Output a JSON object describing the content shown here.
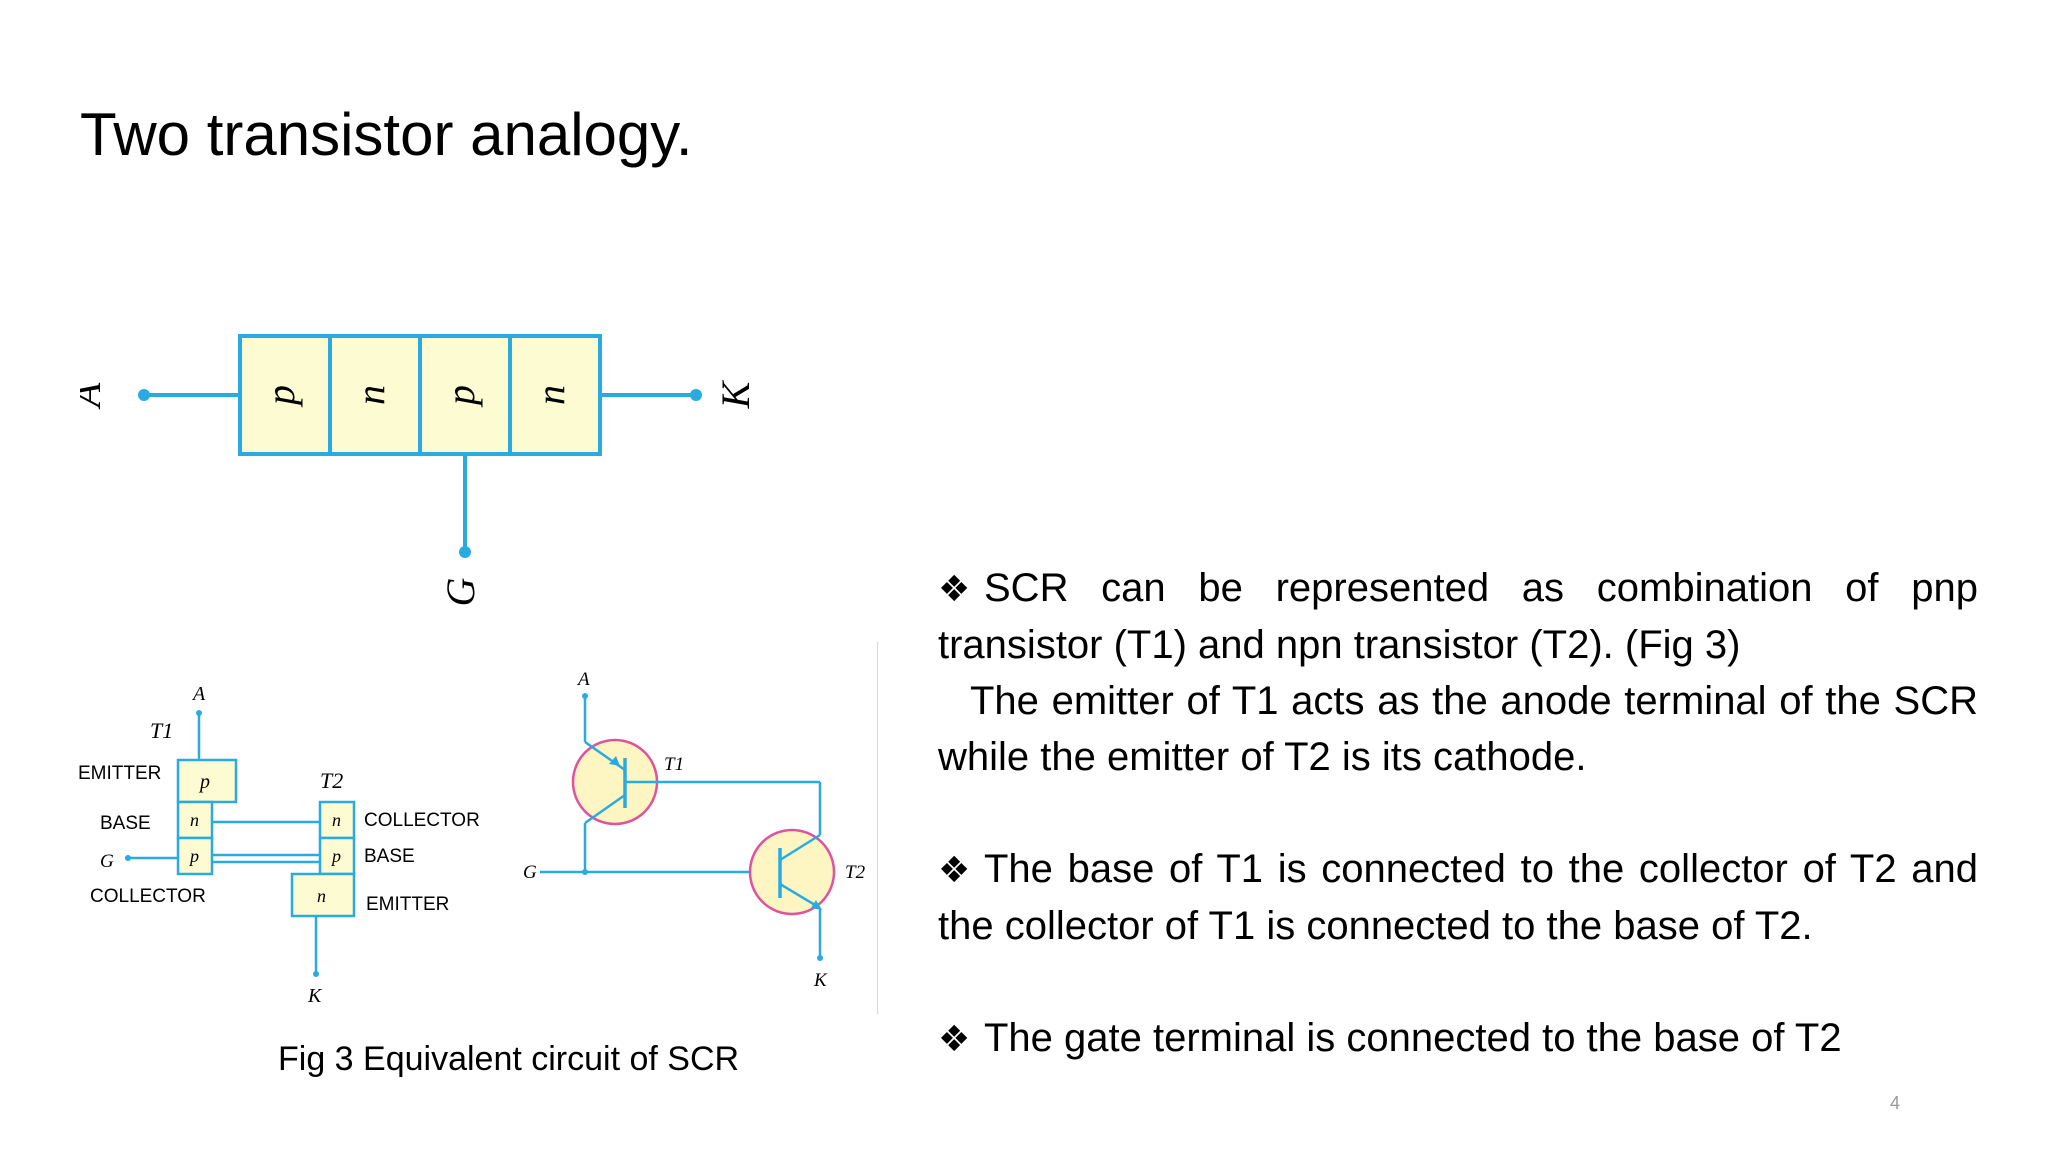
{
  "slide": {
    "title": "Two transistor analogy.",
    "caption": "Fig 3 Equivalent circuit of SCR",
    "page_number": "4",
    "bullets": [
      {
        "marker": "❖",
        "line1": "SCR can be represented as combination of pnp transistor (T1) and npn transistor (T2). (Fig 3)",
        "line2": "The emitter of T1 acts as the anode terminal of the SCR while the emitter of T2 is its cathode."
      },
      {
        "marker": "❖",
        "line1": "The base of T1 is connected to the collector of T2 and the collector of T1 is connected to the base of T2."
      },
      {
        "marker": "❖",
        "line1": "The gate terminal is connected to the base of T2"
      }
    ]
  },
  "diagram_top": {
    "layers": [
      "p",
      "n",
      "p",
      "n"
    ],
    "anode": "A",
    "cathode": "K",
    "gate": "G",
    "fill_color": "#fdfbd2",
    "stroke_color": "#29abe2"
  },
  "diagram_bottom": {
    "t1_label": "T1",
    "t2_label": "T2",
    "anode": "A",
    "gate": "G",
    "cathode": "K",
    "t1_layers": [
      "p",
      "n",
      "p"
    ],
    "t2_layers": [
      "n",
      "p",
      "n"
    ],
    "t1_terms": [
      "EMITTER",
      "BASE",
      "COLLECTOR"
    ],
    "t2_terms": [
      "COLLECTOR",
      "BASE",
      "EMITTER"
    ],
    "transistor_fill": "#fdf6c2",
    "transistor_ring": "#e0529c"
  }
}
